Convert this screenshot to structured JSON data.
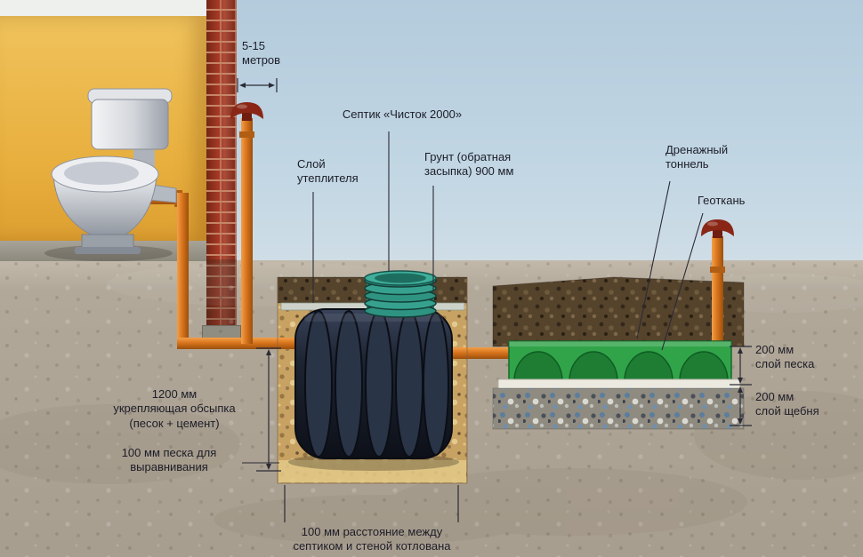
{
  "labels": {
    "distance": "5-15\nметров",
    "septic_name": "Септик «Чисток 2000»",
    "insulation_layer": "Слой\nутеплителя",
    "backfill": "Грунт (обратная\nзасыпка) 900 мм",
    "drainage_tunnel": "Дренажный\nтоннель",
    "geotextile": "Геоткань",
    "sand_layer_200": "200 мм\nслой песка",
    "gravel_layer_200": "200 мм\nслой щебня",
    "reinforcing_fill_1200": "1200 мм\nукрепляющая обсыпка\n(песок + цемент)",
    "leveling_sand_100": "100 мм песка для\nвыравнивания",
    "pit_wall_gap_100": "100 мм расстояние между\nсептиком и стеной котлована"
  },
  "colors": {
    "pipe_orange": "#d9751d",
    "vent_cap_red": "#8a2616",
    "septic_tank_dark": "#161c28",
    "riser_teal": "#2f9382",
    "drainage_tunnel_green": "#31a44a",
    "house_wall_yellow": "#ecb54a",
    "brick_red": "#a23722",
    "sky_blue": "#bdd3e2",
    "ground_gray": "#b0a799"
  }
}
